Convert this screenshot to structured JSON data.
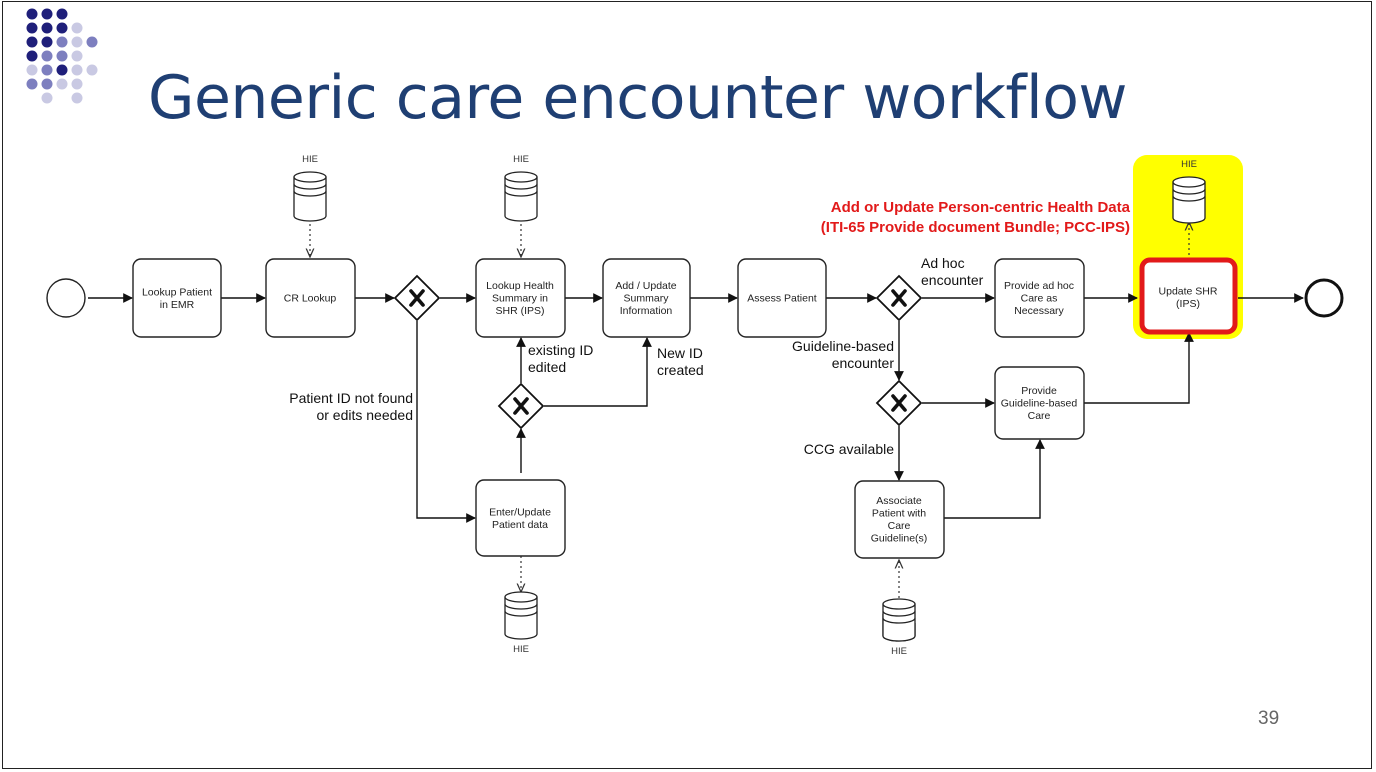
{
  "slide": {
    "title": "Generic care encounter workflow",
    "page_number": "39",
    "accent_color": "#1f3f73",
    "dot_colors": [
      "#1f1f7a",
      "#7d7fbf",
      "#c9c9e3"
    ],
    "highlight_color": "#ffff00",
    "callout_color": "#e21a1a"
  },
  "diagram": {
    "callout_line1": "Add or Update Person-centric Health Data",
    "callout_line2": "(ITI-65 Provide document Bundle; PCC-IPS)",
    "tasks": {
      "lookup_emr": [
        "Lookup Patient",
        "in EMR"
      ],
      "cr_lookup": [
        "CR Lookup"
      ],
      "lookup_health": [
        "Lookup Health",
        "Summary in",
        "SHR (IPS)"
      ],
      "add_update": [
        "Add / Update",
        "Summary",
        "Information"
      ],
      "assess": [
        "Assess Patient"
      ],
      "provide_adhoc": [
        "Provide ad hoc",
        "Care as",
        "Necessary"
      ],
      "update_shr": [
        "Update SHR",
        "(IPS)"
      ],
      "enter_update": [
        "Enter/Update",
        "Patient data"
      ],
      "provide_guideline": [
        "Provide",
        "Guideline-based",
        "Care"
      ],
      "associate": [
        "Associate",
        "Patient with",
        "Care",
        "Guideline(s)"
      ]
    },
    "labels": {
      "patient_not_found": [
        "Patient ID not found",
        "or edits needed"
      ],
      "existing_id": [
        "existing ID",
        "edited"
      ],
      "new_id": [
        "New ID",
        "created"
      ],
      "ad_hoc": [
        "Ad hoc",
        "encounter"
      ],
      "guideline_based": [
        "Guideline-based",
        "encounter"
      ],
      "ccg_available": "CCG available"
    },
    "hie_label": "HIE",
    "gateway_symbol": "X"
  }
}
